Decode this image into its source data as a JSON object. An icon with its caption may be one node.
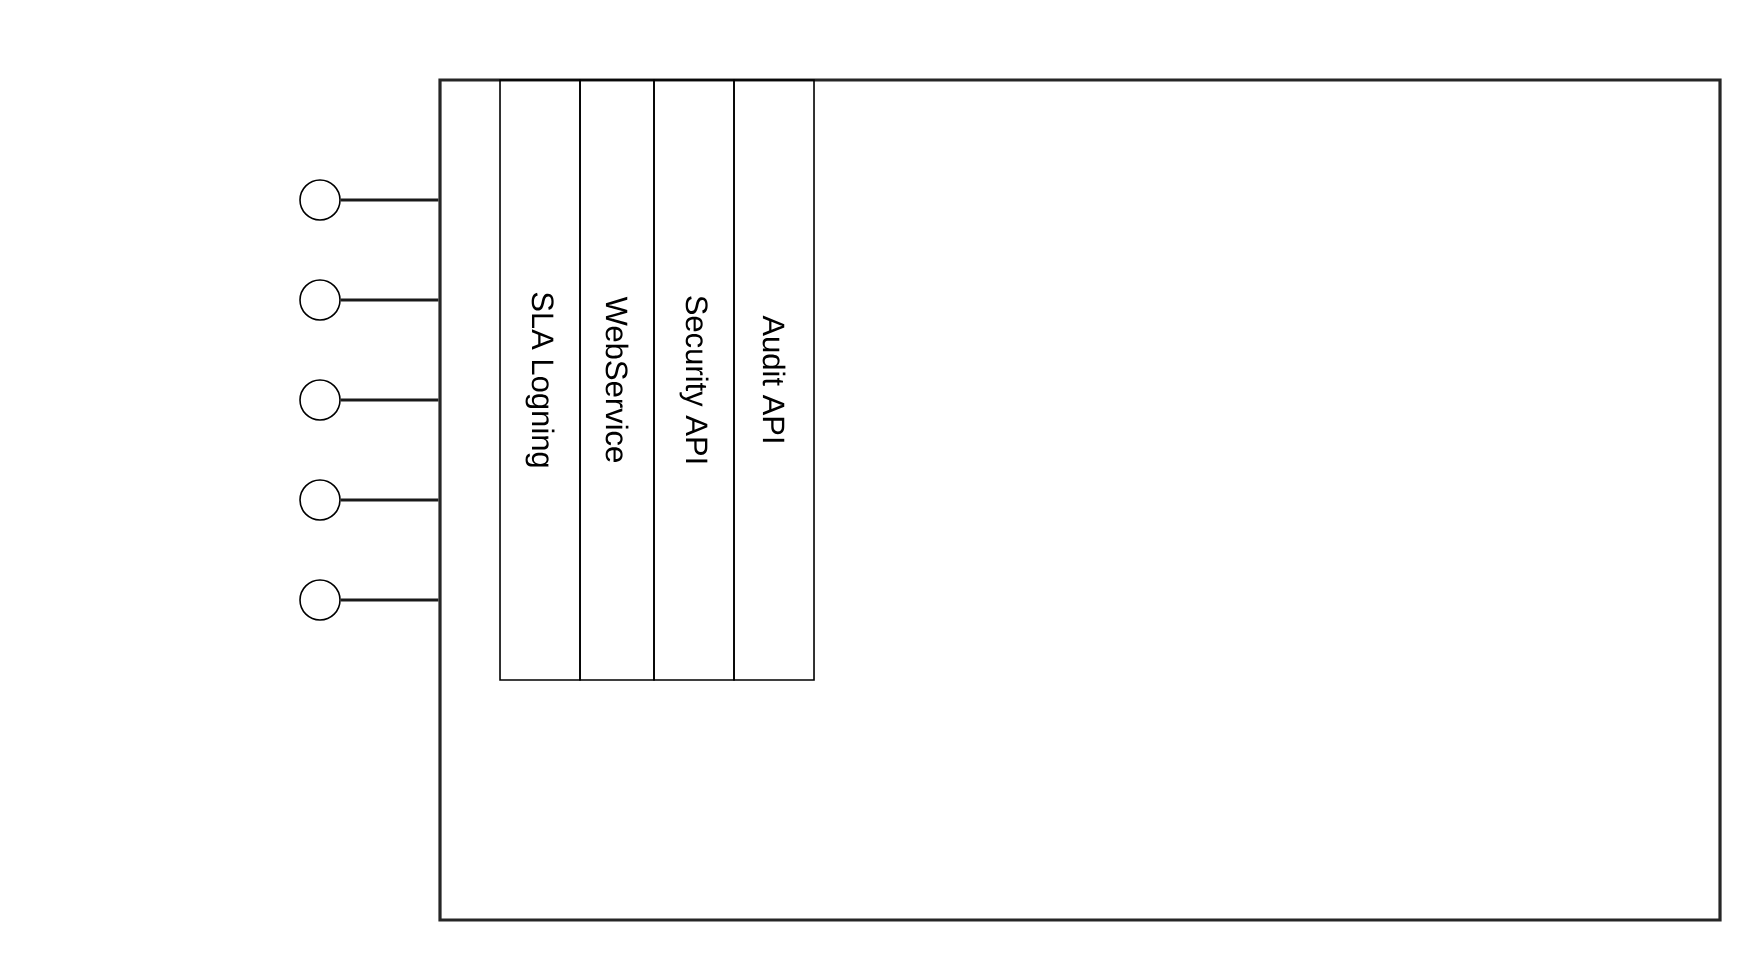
{
  "diagram": {
    "nodes": [
      {
        "text": [],
        "shape": "box"
      },
      {
        "text": [
          "SLA Logning"
        ],
        "in": 0
      },
      {
        "text": [
          "WebService"
        ],
        "in": 0
      },
      {
        "text": [
          "Security API"
        ],
        "in": 0
      },
      {
        "text": [
          "Audit API"
        ],
        "in": 0
      },
      {
        "text": [],
        "shape": "circle"
      },
      {
        "text": [],
        "shape": "circle"
      },
      {
        "text": [],
        "shape": "circle"
      },
      {
        "text": [],
        "shape": "circle"
      },
      {
        "text": [],
        "shape": "circle"
      }
    ],
    "edges": [
      {
        "from": 5,
        "to": 0,
        "arrow": "none"
      },
      {
        "from": 6,
        "to": 0,
        "arrow": "none"
      },
      {
        "from": 7,
        "to": 0,
        "arrow": "none"
      },
      {
        "from": 8,
        "to": 0,
        "arrow": "none"
      },
      {
        "from": 9,
        "to": 0,
        "arrow": "none"
      }
    ]
  }
}
